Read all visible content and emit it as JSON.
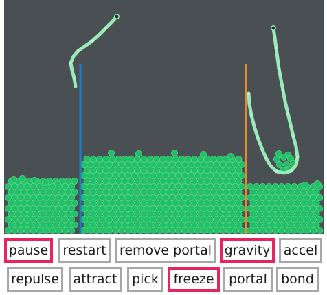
{
  "simulation": {
    "background": "#4a4f54",
    "particle_color": "#1ec266",
    "particle_outline": "#5fd08d",
    "rope_color": "#9be8b9",
    "rope_node_color": "#c8f5d8",
    "rope_anchor_color": "#0d3d1d",
    "portal_colors": [
      "#1f7fc4",
      "#e88a2a"
    ],
    "ropes": 2,
    "portals": 2
  },
  "controls": {
    "active_color": "#e8245c",
    "border_color": "#a7a7a7",
    "row1": [
      {
        "label": "pause",
        "active": true
      },
      {
        "label": "restart",
        "active": false
      },
      {
        "label": "remove portal",
        "active": false
      },
      {
        "label": "gravity",
        "active": true
      },
      {
        "label": "accel",
        "active": false
      }
    ],
    "row2": [
      {
        "label": "repulse",
        "active": false
      },
      {
        "label": "attract",
        "active": false
      },
      {
        "label": "pick",
        "active": false
      },
      {
        "label": "freeze",
        "active": true
      },
      {
        "label": "portal",
        "active": false
      },
      {
        "label": "bond",
        "active": false
      }
    ]
  }
}
